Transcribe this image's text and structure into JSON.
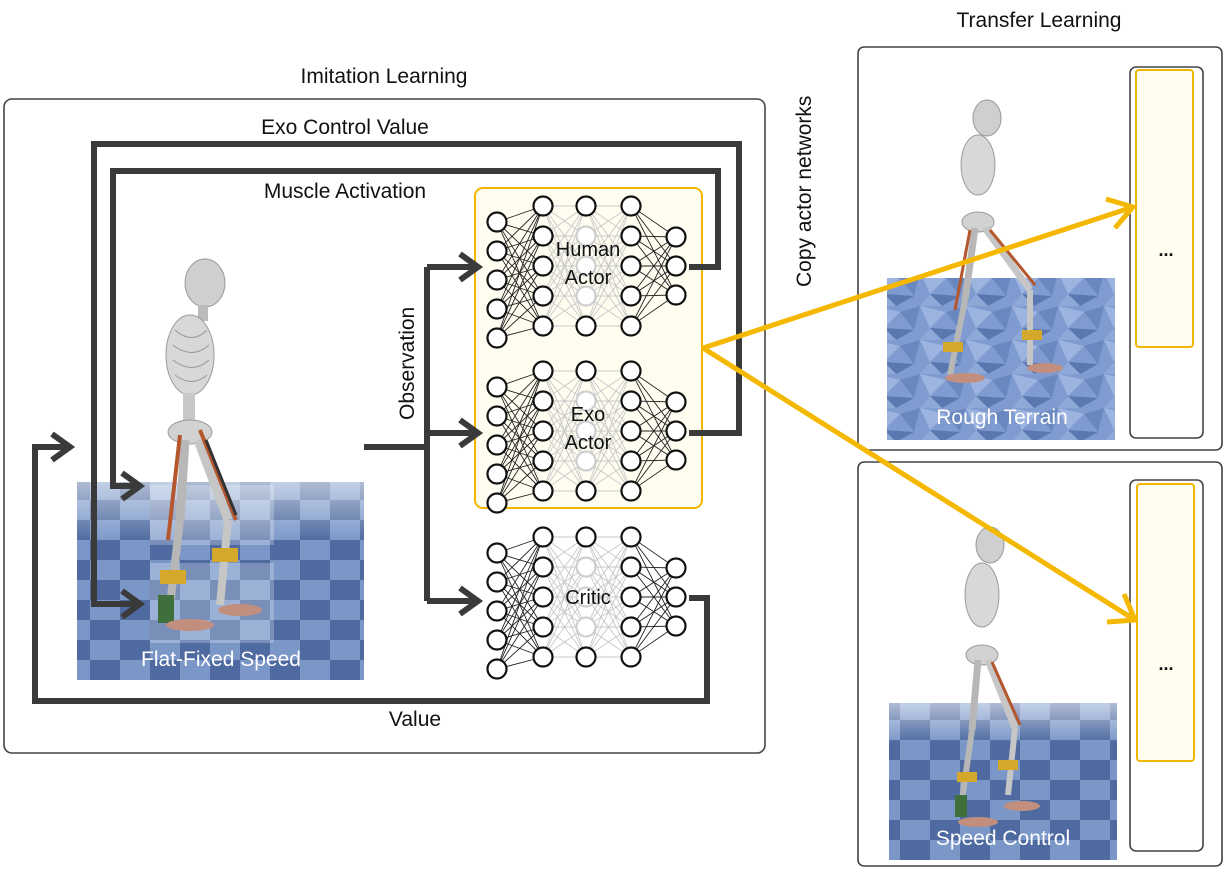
{
  "titles": {
    "imitation": "Imitation Learning",
    "transfer": "Transfer Learning"
  },
  "signals": {
    "exo_control": "Exo Control Value",
    "muscle": "Muscle Activation",
    "observation": "Observation",
    "value": "Value",
    "copy": "Copy actor networks"
  },
  "networks": {
    "human_line1": "Human",
    "human_line2": "Actor",
    "exo_line1": "Exo",
    "exo_line2": "Actor",
    "critic": "Critic"
  },
  "scenes": {
    "flat": "Flat-Fixed Speed",
    "rough": "Rough Terrain",
    "speed": "Speed Control"
  },
  "ellipsis": {
    "top": "...",
    "bottom": "..."
  },
  "colors": {
    "arrow": "#3a3a3a",
    "copy_arrow": "#f5b800",
    "actor_fill": "#fffdf0",
    "actor_border": "#f2b600",
    "floor_light": "#7895c6",
    "floor_dark": "#4f6a9c"
  }
}
